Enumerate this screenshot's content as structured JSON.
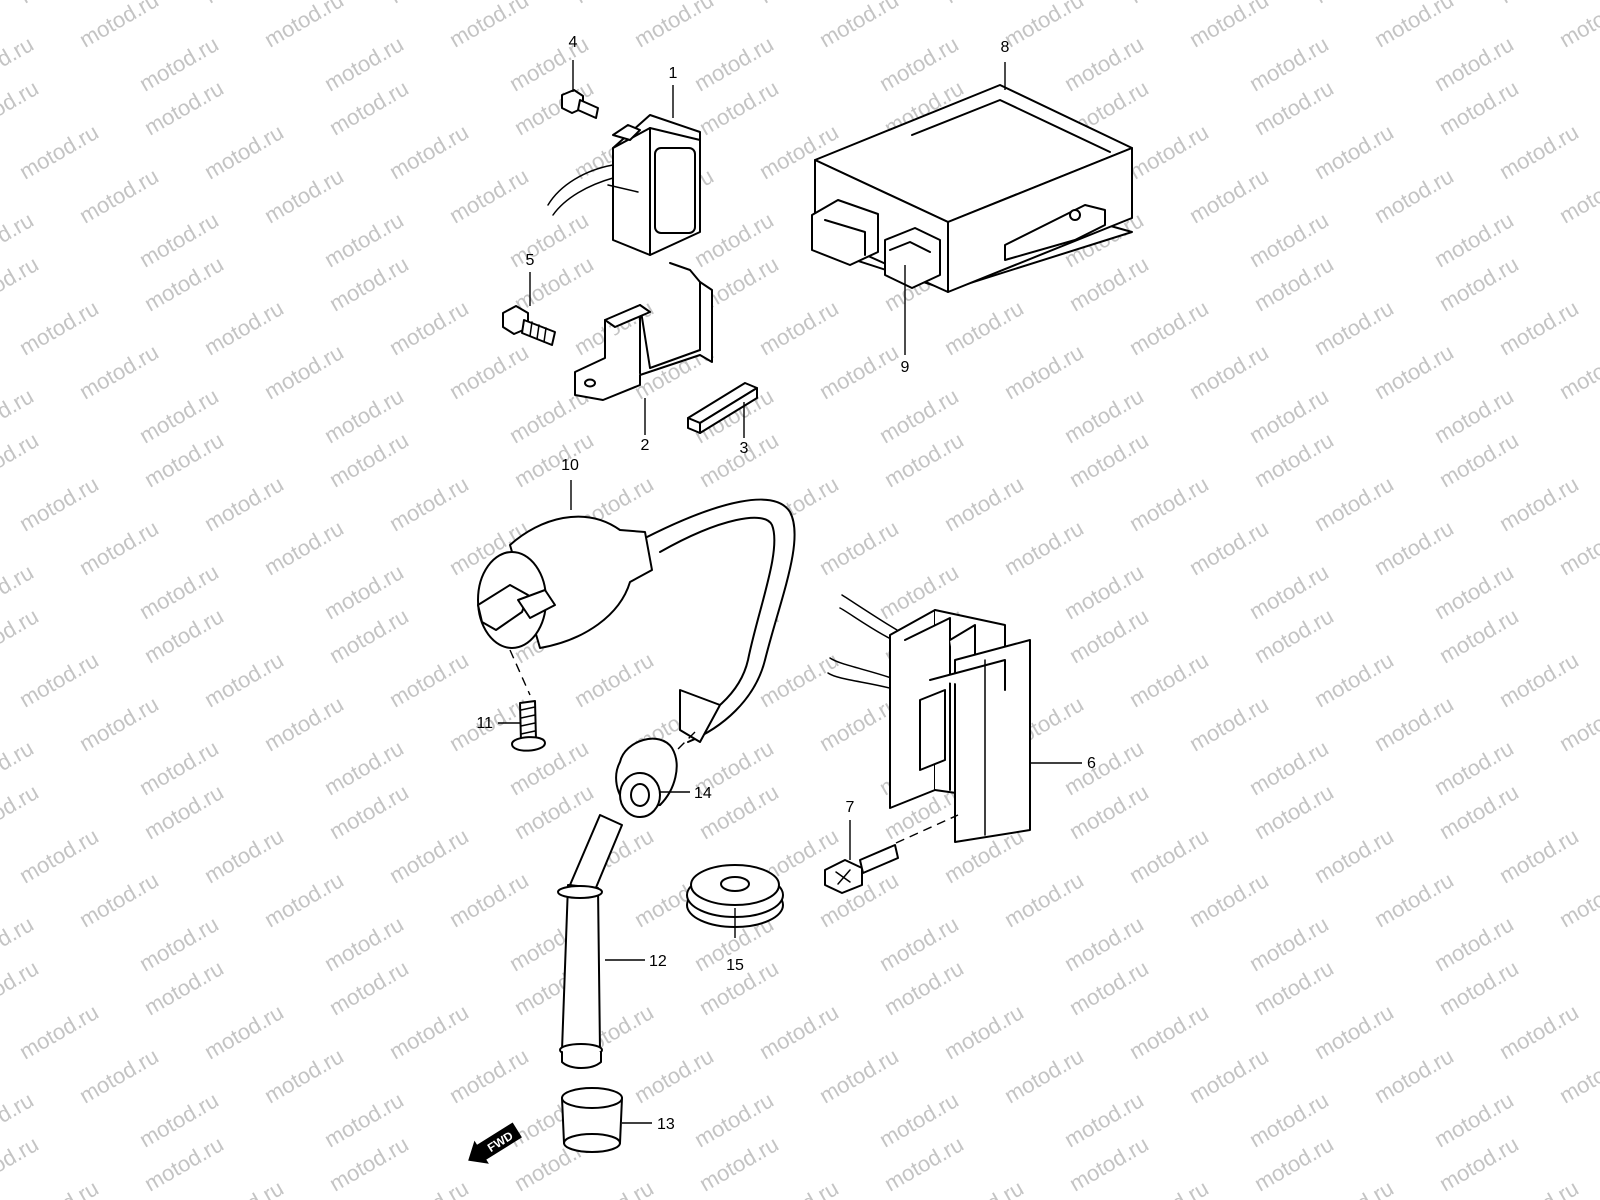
{
  "watermark": {
    "text": "motod.ru",
    "color": "#c4c4c4"
  },
  "callouts": [
    "1",
    "2",
    "3",
    "4",
    "5",
    "6",
    "7",
    "8",
    "9",
    "10",
    "11",
    "12",
    "13",
    "14",
    "15"
  ],
  "direction_badge": "FWD"
}
